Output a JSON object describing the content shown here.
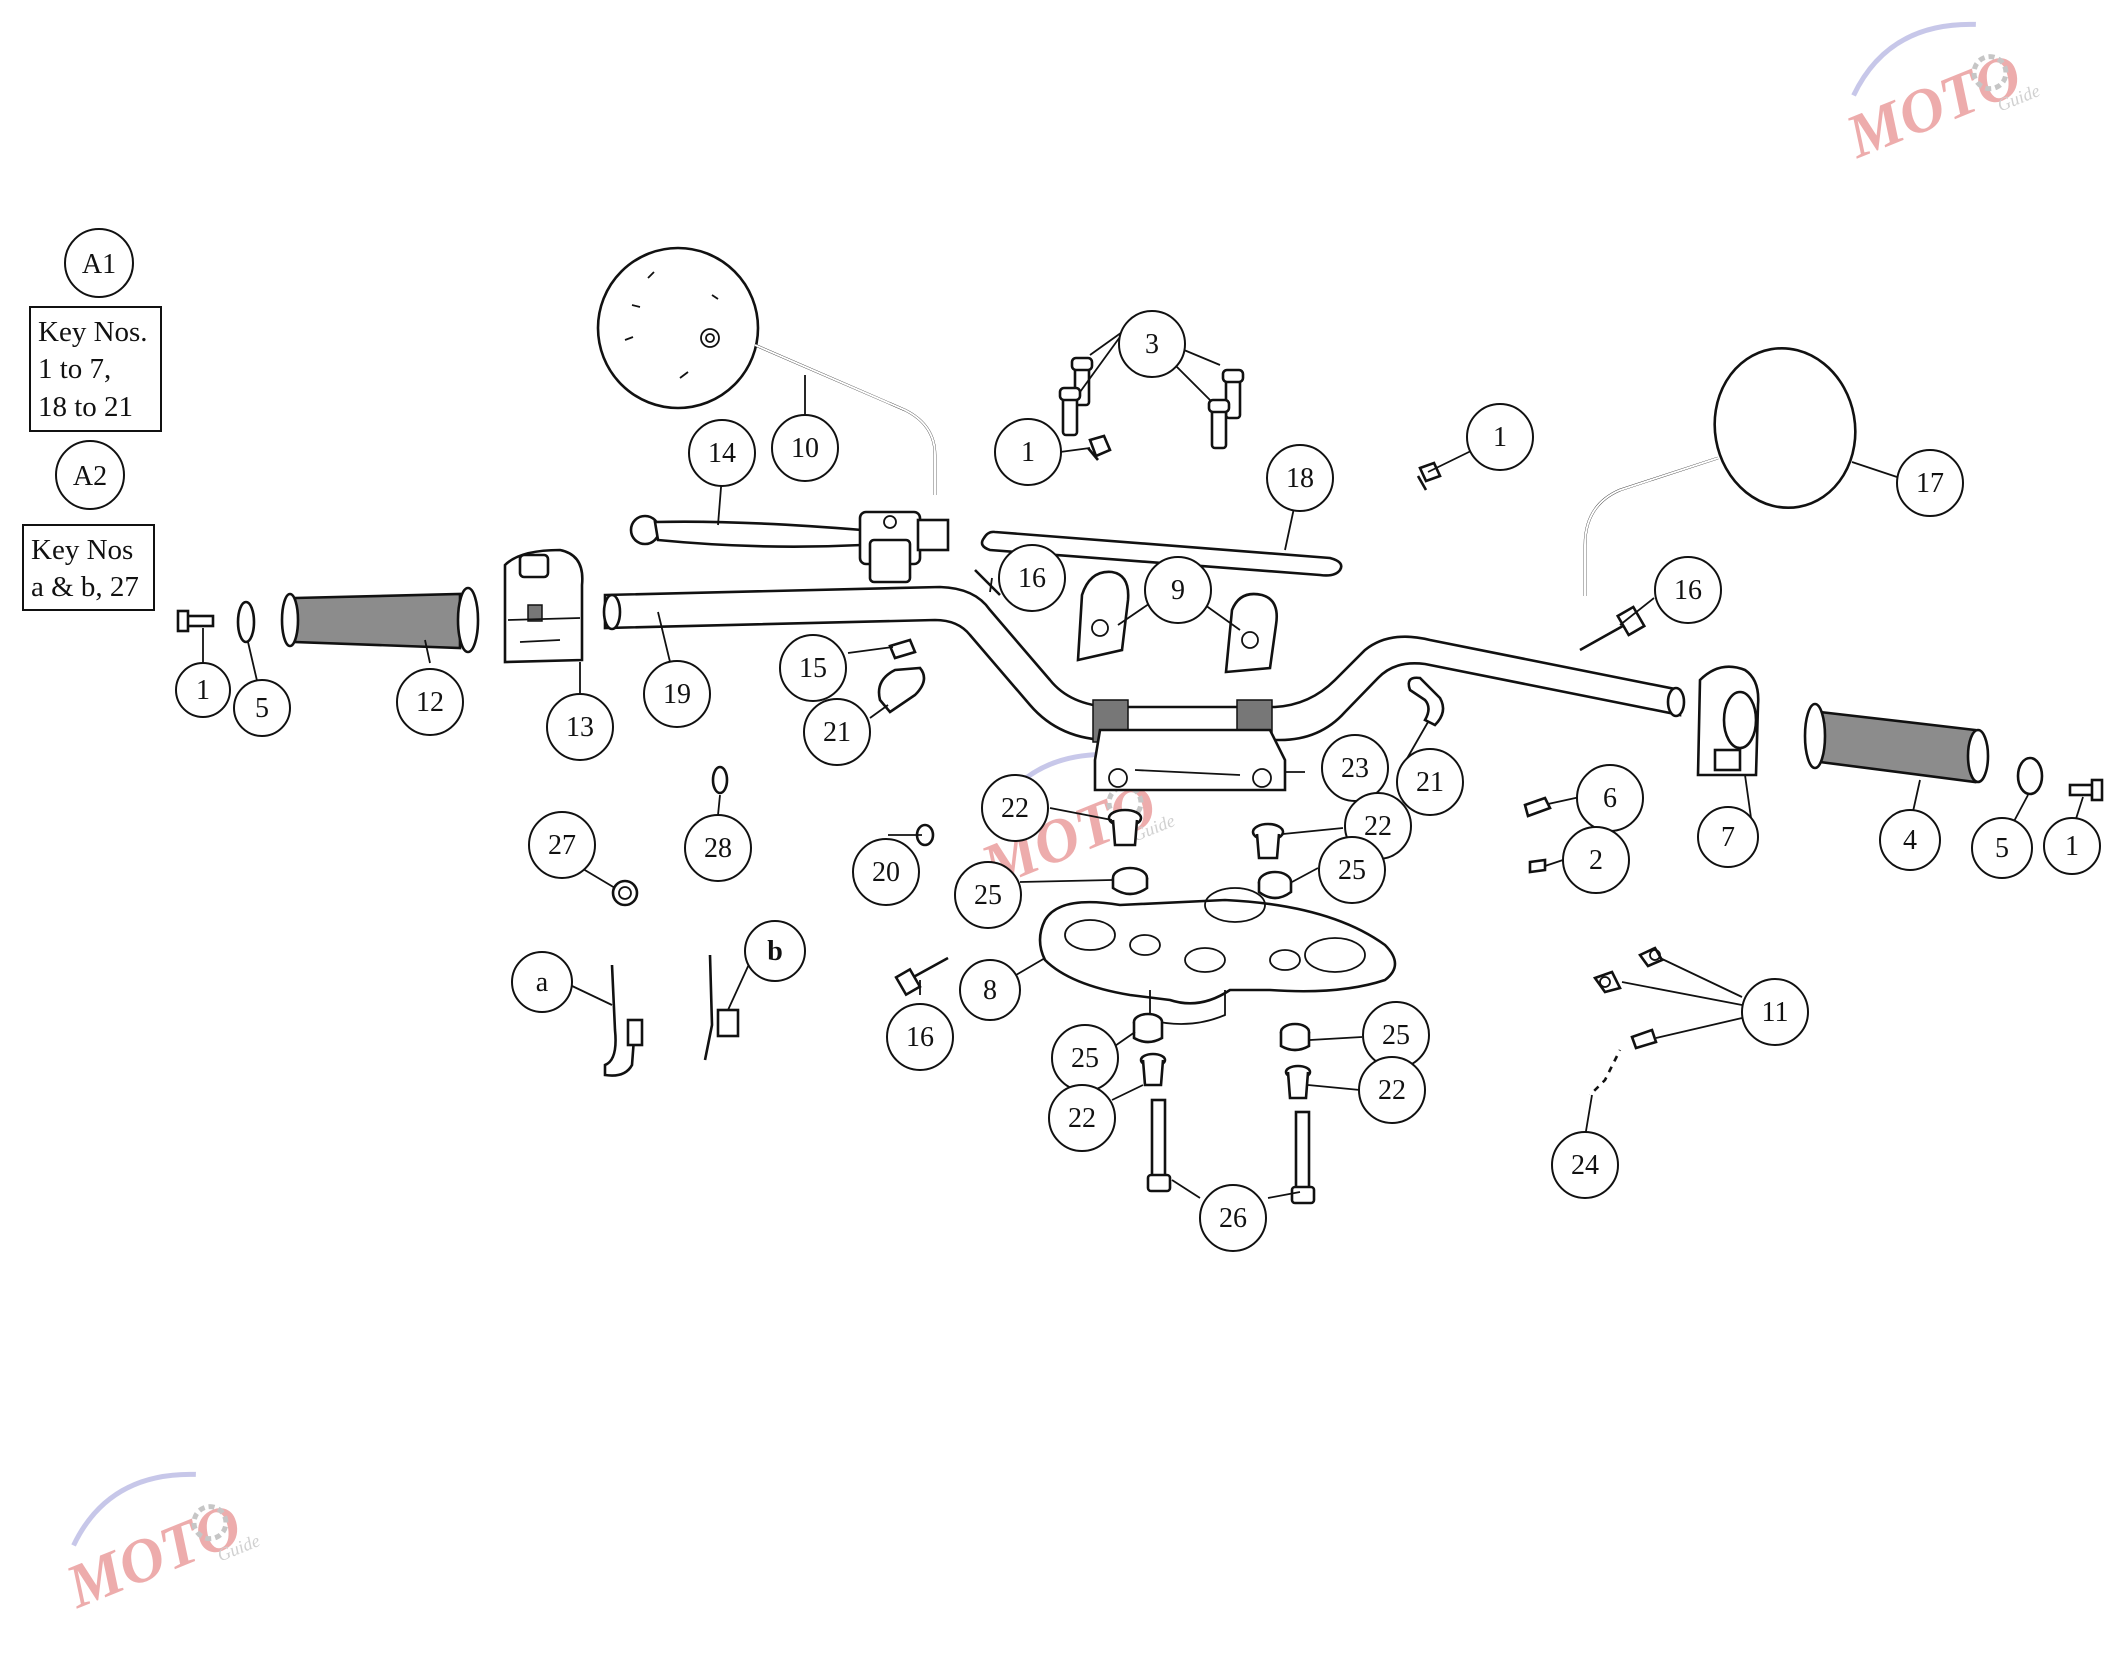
{
  "legend": {
    "a1": {
      "badge": "A1",
      "lines": [
        "Key Nos.",
        "1 to 7,",
        "18 to 21"
      ]
    },
    "a2": {
      "badge": "A2",
      "lines": [
        "Key Nos",
        "a & b, 27"
      ]
    }
  },
  "watermark": {
    "text": "MOTO",
    "sub": "Guide"
  },
  "callouts": [
    {
      "id": "10",
      "label": "10"
    },
    {
      "id": "14",
      "label": "14"
    },
    {
      "id": "3",
      "label": "3"
    },
    {
      "id": "1a",
      "label": "1"
    },
    {
      "id": "1b",
      "label": "1"
    },
    {
      "id": "18",
      "label": "18"
    },
    {
      "id": "17",
      "label": "17"
    },
    {
      "id": "16a",
      "label": "16"
    },
    {
      "id": "9",
      "label": "9"
    },
    {
      "id": "16b",
      "label": "16"
    },
    {
      "id": "1c",
      "label": "1"
    },
    {
      "id": "5a",
      "label": "5"
    },
    {
      "id": "12",
      "label": "12"
    },
    {
      "id": "13",
      "label": "13"
    },
    {
      "id": "19",
      "label": "19"
    },
    {
      "id": "15",
      "label": "15"
    },
    {
      "id": "21a",
      "label": "21"
    },
    {
      "id": "23",
      "label": "23"
    },
    {
      "id": "21b",
      "label": "21"
    },
    {
      "id": "6",
      "label": "6"
    },
    {
      "id": "2",
      "label": "2"
    },
    {
      "id": "7",
      "label": "7"
    },
    {
      "id": "4",
      "label": "4"
    },
    {
      "id": "5b",
      "label": "5"
    },
    {
      "id": "1d",
      "label": "1"
    },
    {
      "id": "22a",
      "label": "22"
    },
    {
      "id": "22b",
      "label": "22"
    },
    {
      "id": "25a",
      "label": "25"
    },
    {
      "id": "25b",
      "label": "25"
    },
    {
      "id": "27",
      "label": "27"
    },
    {
      "id": "28",
      "label": "28"
    },
    {
      "id": "20",
      "label": "20"
    },
    {
      "id": "8",
      "label": "8"
    },
    {
      "id": "16c",
      "label": "16"
    },
    {
      "id": "a",
      "label": "a"
    },
    {
      "id": "b",
      "label": "b"
    },
    {
      "id": "25c",
      "label": "25"
    },
    {
      "id": "25d",
      "label": "25"
    },
    {
      "id": "22c",
      "label": "22"
    },
    {
      "id": "22d",
      "label": "22"
    },
    {
      "id": "11",
      "label": "11"
    },
    {
      "id": "26",
      "label": "26"
    },
    {
      "id": "24",
      "label": "24"
    }
  ]
}
